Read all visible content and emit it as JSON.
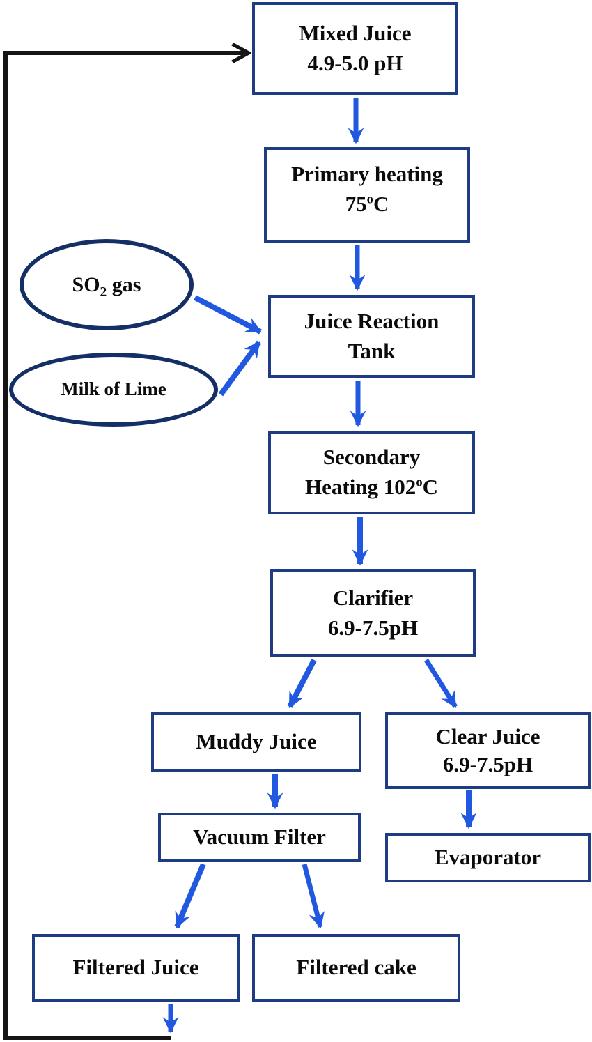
{
  "colors": {
    "box_border": "#1d3c82",
    "ellipse_border": "#142f66",
    "arrow_blue": "#2158e0",
    "feedback_line_black": "#151515",
    "text": "#0b0b0b",
    "background": "#ffffff"
  },
  "nodes": {
    "mixed_juice": {
      "line1": "Mixed Juice",
      "line2": "4.9-5.0 pH"
    },
    "primary_heating": {
      "line1": "Primary heating",
      "temp_value": "75",
      "temp_sup": "o",
      "temp_unit": "C"
    },
    "so2_gas": {
      "formula_base": "SO",
      "formula_sub": "2",
      "suffix": " gas"
    },
    "milk_of_lime": {
      "label": "Milk of Lime"
    },
    "juice_reaction_tank": {
      "line1": "Juice Reaction",
      "line2": "Tank"
    },
    "secondary_heating": {
      "line1": "Secondary",
      "line2_text": "Heating 102",
      "line2_sup": "o",
      "line2_unit": "C"
    },
    "clarifier": {
      "line1": "Clarifier",
      "line2": "6.9-7.5pH"
    },
    "muddy_juice": {
      "label": "Muddy Juice"
    },
    "clear_juice": {
      "line1": "Clear Juice",
      "line2": "6.9-7.5pH"
    },
    "vacuum_filter": {
      "label": "Vacuum Filter"
    },
    "evaporator": {
      "label": "Evaporator"
    },
    "filtered_juice": {
      "label": "Filtered Juice"
    },
    "filtered_cake": {
      "label": "Filtered cake"
    }
  }
}
